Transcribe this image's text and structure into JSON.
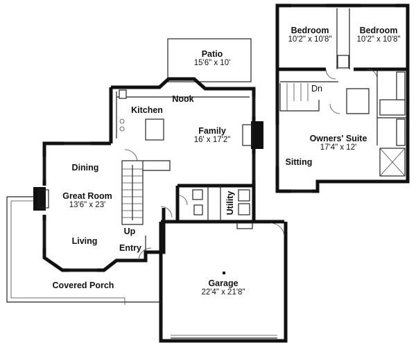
{
  "rooms": {
    "patio": {
      "name": "Patio",
      "dims": "15'6\" x 10'"
    },
    "nook": {
      "name": "Nook"
    },
    "kitchen": {
      "name": "Kitchen"
    },
    "family": {
      "name": "Family",
      "dims": "16' x 17'2\""
    },
    "dining": {
      "name": "Dining"
    },
    "great_room": {
      "name": "Great Room",
      "dims": "13'6\" x 23'"
    },
    "living": {
      "name": "Living"
    },
    "entry": {
      "name": "Entry"
    },
    "up": {
      "name": "Up"
    },
    "utility": {
      "name": "Utility"
    },
    "covered_porch": {
      "name": "Covered Porch"
    },
    "garage": {
      "name": "Garage",
      "dims": "22'4\" x 21'8\""
    },
    "bedroom_left": {
      "name": "Bedroom",
      "dims": "10'2\" x 10'8\""
    },
    "bedroom_right": {
      "name": "Bedroom",
      "dims": "10'2\" x 10'8\""
    },
    "dn": {
      "name": "Dn"
    },
    "owners_suite": {
      "name": "Owners' Suite",
      "dims": "17'4\" x 12'"
    },
    "sitting": {
      "name": "Sitting"
    }
  }
}
